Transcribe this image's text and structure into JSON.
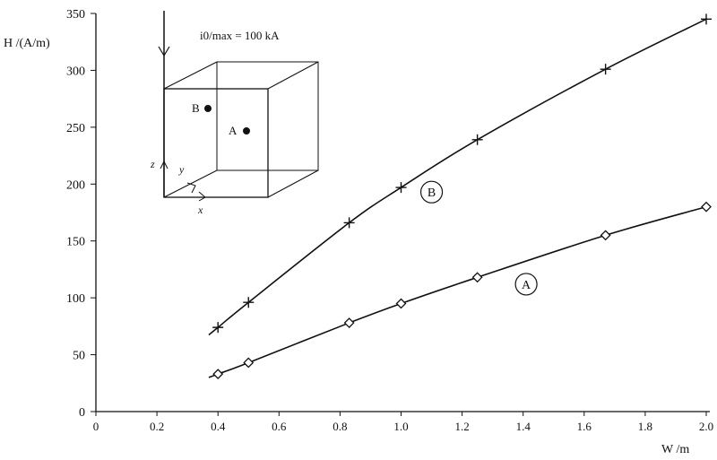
{
  "chart_data": {
    "type": "line",
    "title": "",
    "xlabel": "W /m",
    "ylabel": "H /(A/m)",
    "xlim": [
      0,
      2.0
    ],
    "ylim": [
      0,
      350
    ],
    "xticks": [
      "0",
      "0.2",
      "0.4",
      "0.6",
      "0.8",
      "1.0",
      "1.2",
      "1.4",
      "1.6",
      "1.8",
      "2.0"
    ],
    "yticks": [
      "0",
      "50",
      "100",
      "150",
      "200",
      "250",
      "300",
      "350"
    ],
    "grid": false,
    "series": [
      {
        "name": "B",
        "marker": "plus",
        "x": [
          0.4,
          0.5,
          0.83,
          1.0,
          1.25,
          1.67,
          2.0
        ],
        "y": [
          74,
          96,
          166,
          197,
          239,
          301,
          345
        ]
      },
      {
        "name": "A",
        "marker": "diamond",
        "x": [
          0.4,
          0.5,
          0.83,
          1.0,
          1.25,
          1.67,
          2.0
        ],
        "y": [
          33,
          43,
          78,
          95,
          118,
          155,
          180
        ]
      }
    ],
    "curve_labels": [
      {
        "series": "B",
        "text": "B",
        "x": 1.1,
        "y": 193
      },
      {
        "series": "A",
        "text": "A",
        "x": 1.41,
        "y": 112
      }
    ],
    "inset": {
      "current_label": "i0/max = 100 kA",
      "point_a_label": "A",
      "point_b_label": "B",
      "axis_x": "x",
      "axis_y": "y",
      "axis_z": "z"
    }
  }
}
